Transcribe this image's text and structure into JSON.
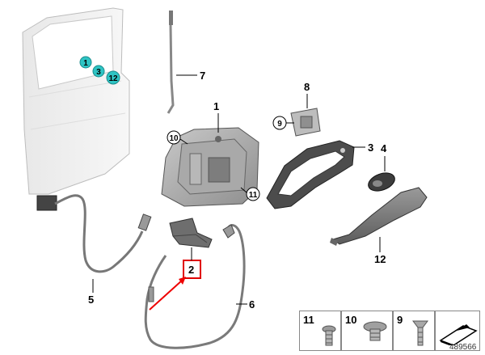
{
  "door_markers": [
    "1",
    "3",
    "12"
  ],
  "callouts": {
    "c1": "1",
    "c2": "2",
    "c3": "3",
    "c4": "4",
    "c5": "5",
    "c6": "6",
    "c7": "7",
    "c8": "8",
    "c9": "9",
    "c10": "10",
    "c11": "11",
    "c12": "12"
  },
  "legend": [
    {
      "num": "11"
    },
    {
      "num": "10"
    },
    {
      "num": "9"
    }
  ],
  "reference_number": "489566",
  "colors": {
    "door_fill": "#f1f1f1",
    "door_marker": "#2ec4c4",
    "part_gray": "#8a8a8a",
    "part_dark": "#555555",
    "highlight_red": "#ee0000"
  }
}
